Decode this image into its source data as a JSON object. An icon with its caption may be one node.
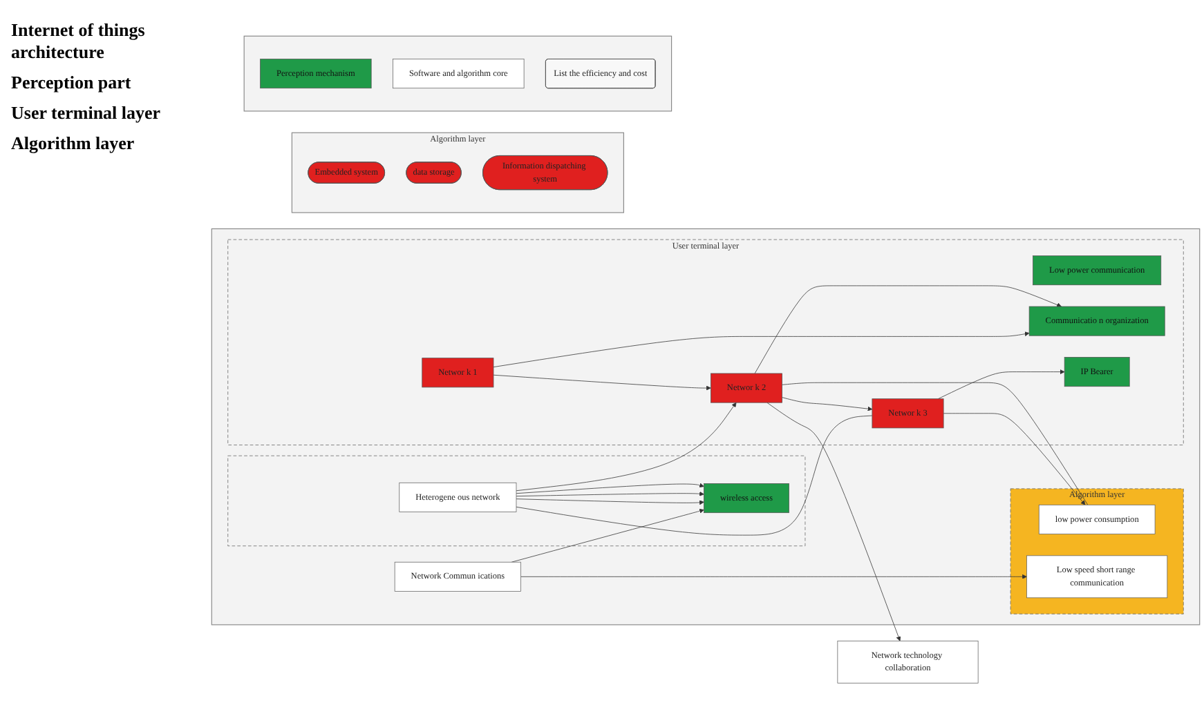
{
  "diagram": {
    "nodes": [
      {
        "text": [],
        "shape": "box"
      },
      {
        "text": [
          "Network Commun ications"
        ],
        "in": 0
      },
      {
        "text": [],
        "shape": "box",
        "in": 0
      },
      {
        "text": [
          "wireless access"
        ],
        "in": 2
      },
      {
        "text": [
          "Heterogene ous network"
        ],
        "in": 2
      },
      {
        "text": [
          "Algorithm layer"
        ],
        "in": 0
      },
      {
        "text": [
          "Low speed short range communication"
        ],
        "in": 5
      },
      {
        "text": [
          "low power consumption"
        ],
        "in": 5
      },
      {
        "text": [
          "User terminal layer"
        ],
        "in": 0
      },
      {
        "text": [
          "Networ k 1"
        ],
        "in": 8
      },
      {
        "text": [
          "Networ k 2"
        ],
        "in": 8
      },
      {
        "text": [
          "Networ k 3"
        ],
        "in": 8
      },
      {
        "text": [
          "Communicatio n organization"
        ],
        "in": 8
      },
      {
        "text": [
          "IP Bearer"
        ],
        "in": 8
      },
      {
        "text": [
          "Low power communication"
        ],
        "in": 8
      },
      {
        "text": [
          "Network technology collaboration"
        ]
      },
      {
        "text": [
          "Algorithm layer"
        ]
      },
      {
        "text": [
          "Embedded system"
        ],
        "in": 16
      },
      {
        "text": [
          "data storage"
        ],
        "in": 16
      },
      {
        "text": [
          "Information dispatching system"
        ],
        "in": 16
      },
      {
        "text": [],
        "shape": "box"
      },
      {
        "text": [
          "Perception mechanism"
        ],
        "in": 20
      },
      {
        "text": [
          "Software and algorithm core"
        ],
        "in": 20
      },
      {
        "text": [
          "List the efficiency and cost"
        ],
        "in": 20
      }
    ],
    "edges": [
      {
        "from": 1,
        "to": 3,
        "arrow": "to"
      },
      {
        "from": 1,
        "to": 6,
        "arrow": "to"
      },
      {
        "from": 4,
        "to": 3,
        "arrow": "to"
      },
      {
        "from": 4,
        "to": 3,
        "arrow": "to"
      },
      {
        "from": 4,
        "to": 3,
        "arrow": "to"
      },
      {
        "from": 4,
        "to": 10,
        "arrow": "to"
      },
      {
        "from": 4,
        "to": 11,
        "arrow": "none"
      },
      {
        "from": 9,
        "to": 10,
        "arrow": "to"
      },
      {
        "from": 10,
        "to": 11,
        "arrow": "to"
      },
      {
        "from": 9,
        "to": 12,
        "arrow": "to"
      },
      {
        "from": 10,
        "to": 12,
        "arrow": "to"
      },
      {
        "from": 10,
        "to": 15,
        "arrow": "to"
      },
      {
        "from": 11,
        "to": 13,
        "arrow": "to"
      },
      {
        "from": 11,
        "to": 7,
        "arrow": "to"
      },
      {
        "from": 7,
        "to": 10,
        "arrow": "none"
      }
    ],
    "labels": [
      "Internet of things architecture",
      "Perception part",
      "User terminal layer",
      "Algorithm layer"
    ]
  }
}
